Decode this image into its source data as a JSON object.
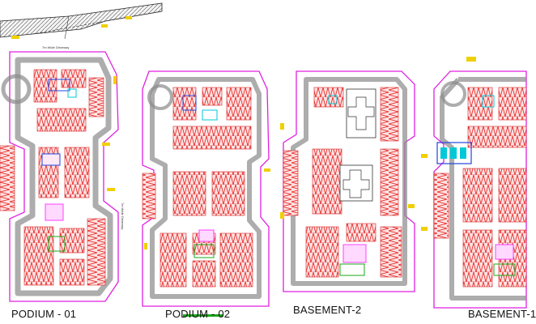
{
  "titles": {
    "podium_01": "PODIUM - 01",
    "podium_02": "PODIUM - 02",
    "basement_2": "BASEMENT-2",
    "basement_1": "BASEMENT-1"
  },
  "annotations": {
    "driveway_top": "7m Wide Driveway",
    "driveway_side": "7m Wide Driveway"
  },
  "colors": {
    "boundary": "#e020e0",
    "parking": "#e83030",
    "driveway": "#7a7a7a",
    "core_blue": "#2244dd",
    "core_cyan": "#00c8d8",
    "core_green": "#18a818",
    "highlight_yellow": "#f0d000",
    "highlight_magenta": "#ff40ff"
  }
}
